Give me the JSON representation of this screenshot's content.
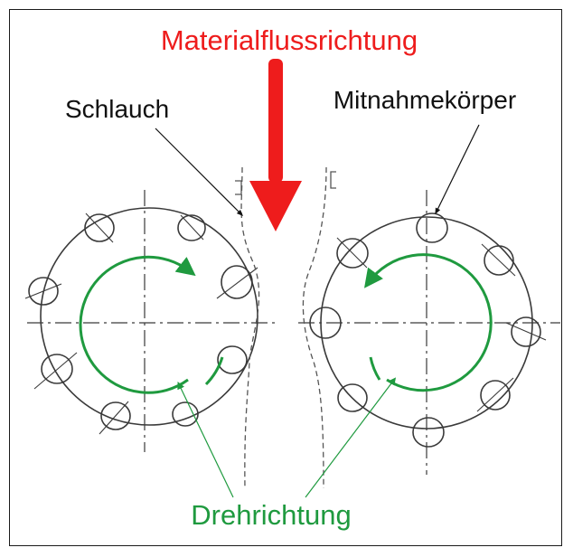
{
  "labels": {
    "flow_direction": "Materialflussrichtung",
    "hose": "Schlauch",
    "carrier_body": "Mitnahmekörper",
    "rotation_direction": "Drehrichtung"
  },
  "colors": {
    "flow": "#ee1c1c",
    "rotation": "#1f9a3f",
    "sketch": "#3a3a3a",
    "text": "#111111",
    "frame": "#1a1a1a"
  }
}
